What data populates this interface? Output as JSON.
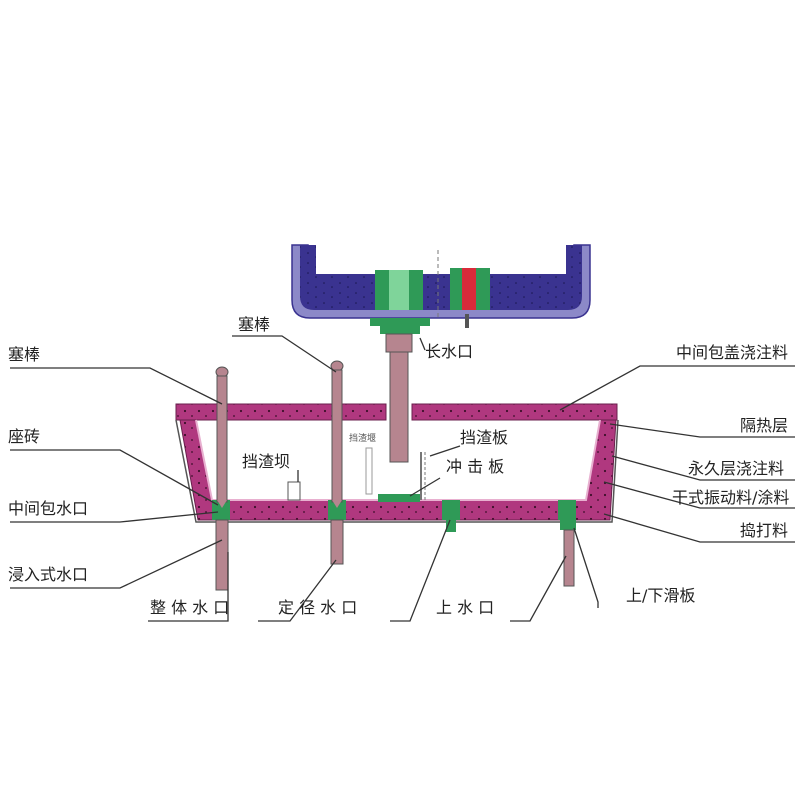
{
  "labels": {
    "stopper_rod_left": "塞棒",
    "stopper_rod_top": "塞棒",
    "long_nozzle": "长水口",
    "tundish_cover_castable": "中间包盖浇注料",
    "insulation_layer": "隔热层",
    "permanent_castable": "永久层浇注料",
    "dry_vibration_coating": "干式振动料/涂料",
    "ramming_mass": "捣打料",
    "slide_plate": "上/下滑板",
    "upper_nozzle": "上 水 口",
    "metering_nozzle": "定 径 水 口",
    "monoblock_nozzle": "整 体 水 口",
    "submerged_nozzle": "浸入式水口",
    "tundish_nozzle": "中间包水口",
    "seat_brick": "座砖",
    "slag_dam": "挡渣坝",
    "slag_baffle_plate": "挡渣板",
    "impact_pad": "冲 击 板",
    "inner_small_text": "挡渣堰"
  },
  "colors": {
    "lining_magenta": "#b0387f",
    "lining_dot": "#3d0f2a",
    "ladle_blue": "#3a3390",
    "ladle_outer": "#8c89c8",
    "nozzle_green": "#2f9a57",
    "nozzle_red": "#d92b3a",
    "rod_fill": "#b6858f",
    "line_color": "#333333"
  }
}
